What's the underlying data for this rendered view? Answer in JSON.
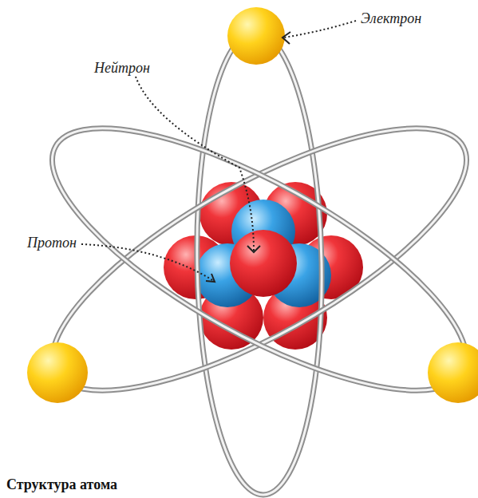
{
  "diagram": {
    "caption": "Структура атома",
    "labels": [
      "Электрон",
      "Нейтрон",
      "Протон"
    ]
  }
}
